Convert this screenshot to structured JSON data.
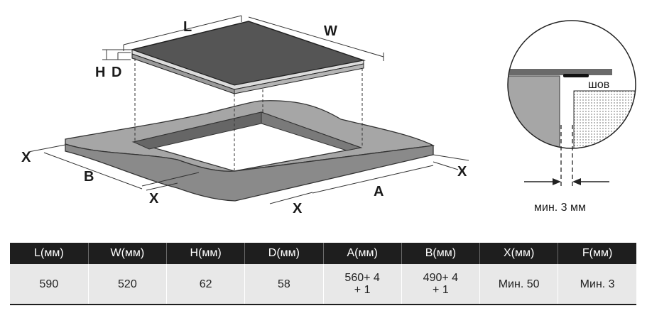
{
  "labels": {
    "L": "L",
    "W": "W",
    "H": "H",
    "D": "D",
    "A": "A",
    "B": "B",
    "X": "X",
    "seam": "шов",
    "min_gap": "мин. 3 мм"
  },
  "table": {
    "headers": [
      "L(мм)",
      "W(мм)",
      "H(мм)",
      "D(мм)",
      "A(мм)",
      "B(мм)",
      "X(мм)",
      "F(мм)"
    ],
    "values": [
      "590",
      "520",
      "62",
      "58",
      "560+ 4\n+ 1",
      "490+ 4\n+ 1",
      "Мин. 50",
      "Мин. 3"
    ]
  },
  "colors": {
    "hob_top": "#555555",
    "hob_side": "#9a9a9a",
    "counter_top": "#a6a6a6",
    "counter_side": "#8a8a8a",
    "cutout_wall": "#666666",
    "header_bg": "#1e1e1e",
    "cell_bg": "#e8e8e8"
  }
}
